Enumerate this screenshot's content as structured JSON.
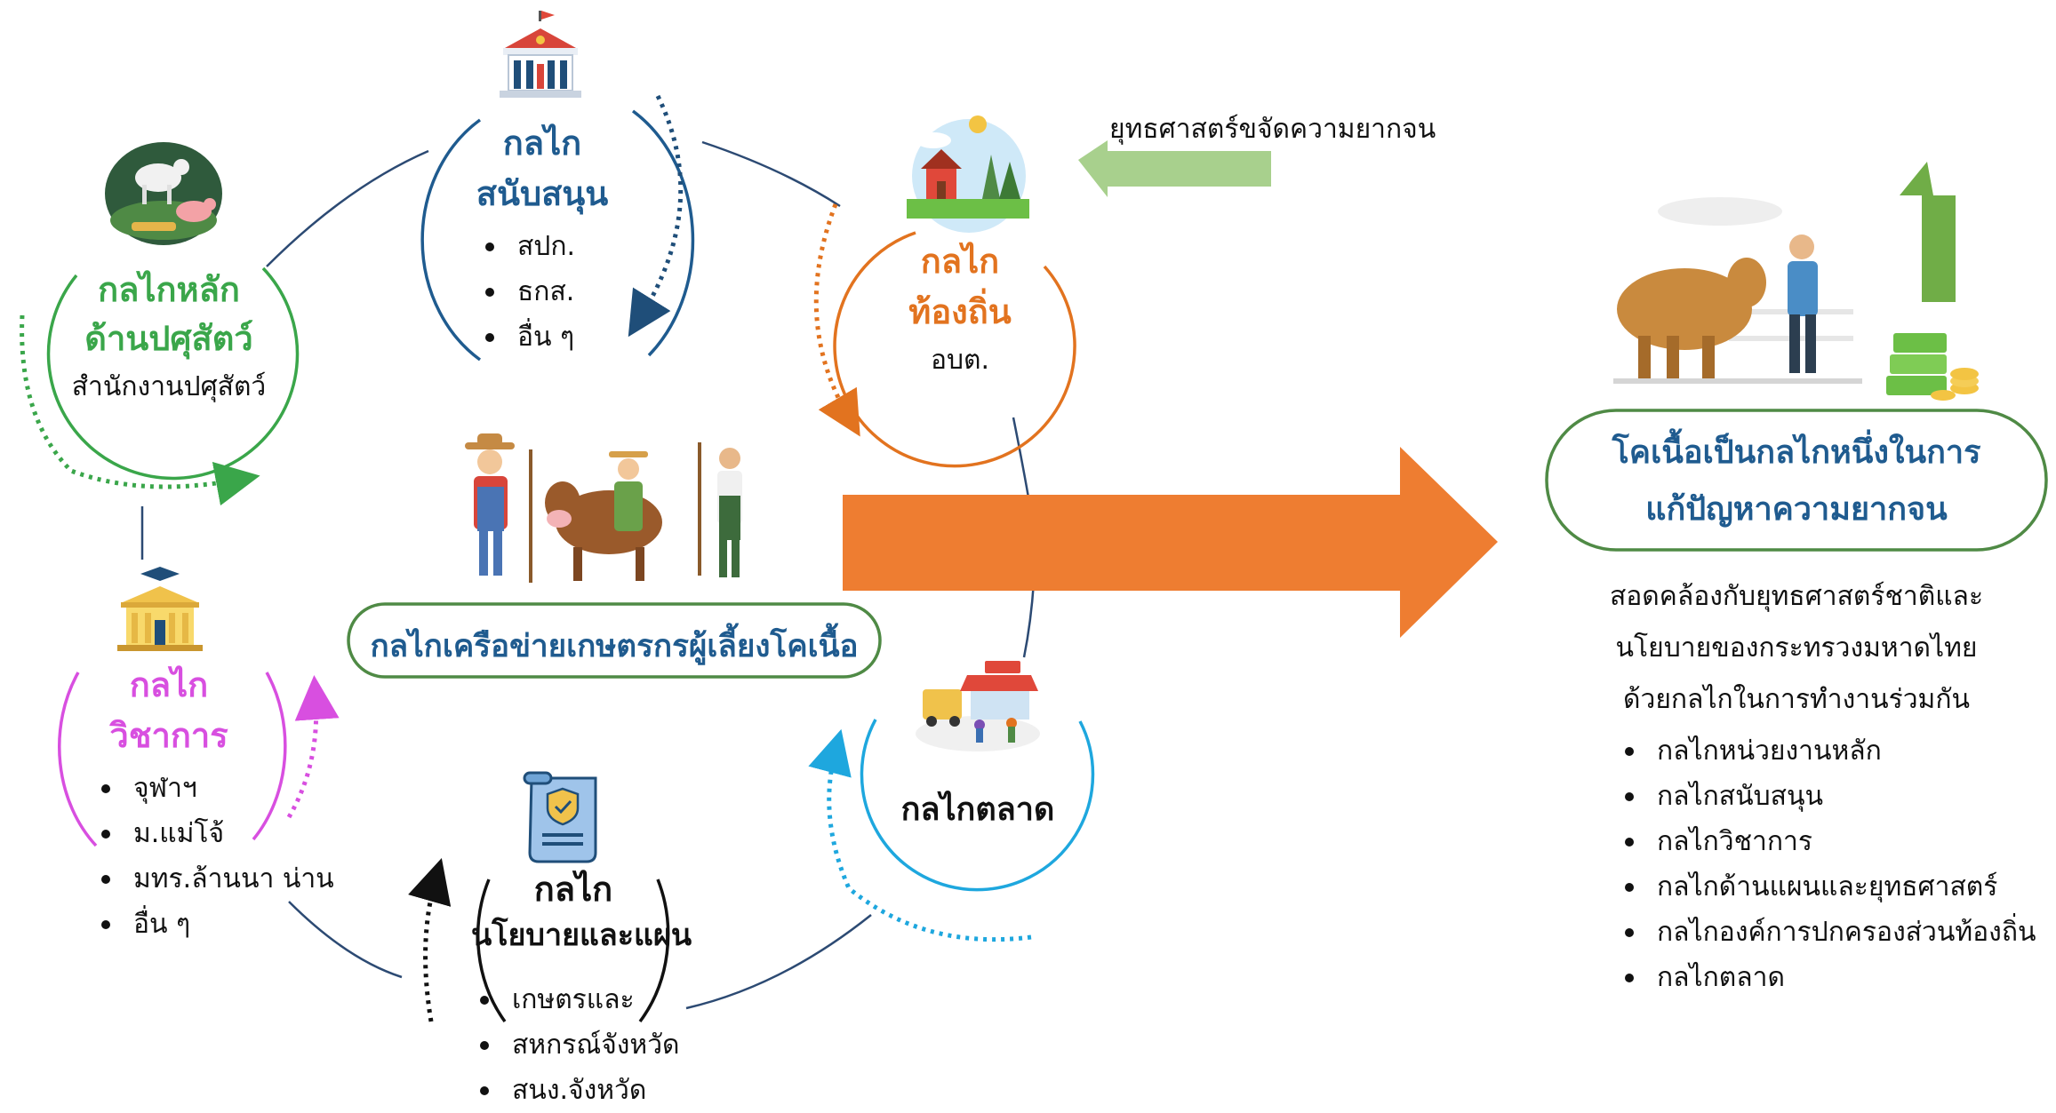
{
  "nodes": {
    "livestock": {
      "title_1": "กลไกหลัก",
      "title_2": "ด้านปศุสัตว์",
      "subtitle": "สำนักงานปศุสัตว์"
    },
    "support": {
      "title_1": "กลไก",
      "title_2": "สนับสนุน",
      "items": [
        "สปก.",
        "ธกส.",
        "อื่น ๆ"
      ]
    },
    "local": {
      "title_1": "กลไก",
      "title_2": "ท้องถิ่น",
      "subtitle": "อบต."
    },
    "academic": {
      "title_1": "กลไก",
      "title_2": "วิชาการ",
      "items": [
        "จุฬาฯ",
        "ม.แม่โจ้",
        "มทร.ล้านนา น่าน",
        "อื่น ๆ"
      ]
    },
    "policy": {
      "title_1": "กลไก",
      "title_2": "นโยบายและแผน",
      "items": [
        "เกษตรและ",
        "สหกรณ์จังหวัด",
        "สนง.จังหวัด"
      ]
    },
    "market": {
      "title": "กลไกตลาด"
    },
    "network": {
      "title": "กลไกเครือข่ายเกษตรกรผู้เลี้ยงโคเนื้อ"
    }
  },
  "strategy_label": "ยุทธศาสตร์ขจัดความยากจน",
  "outcome": {
    "title_1": "โคเนื้อเป็นกลไกหนึ่งในการ",
    "title_2": "แก้ปัญหาความยากจน",
    "desc": [
      "สอดคล้องกับยุทธศาสตร์ชาติและ",
      "นโยบายของกระทรวงมหาดไทย",
      "ด้วยกลไกในการทำงานร่วมกัน"
    ],
    "items": [
      "กลไกหน่วยงานหลัก",
      "กลไกสนับสนุน",
      "กลไกวิชาการ",
      "กลไกด้านแผนและยุทธศาสตร์",
      "กลไกองค์การปกครองส่วนท้องถิ่น",
      "กลไกตลาด"
    ]
  },
  "colors": {
    "green": "#3aa64a",
    "blue": "#1f5b8f",
    "orange": "#e2731f",
    "pink": "#d84fe0",
    "navy": "#2c4a73",
    "arrow_orange": "#ee7d31",
    "arrow_green": "#a8d08d",
    "outline_green": "#4f8a45"
  },
  "icons": [
    "government-building-icon",
    "livestock-farm-icon",
    "countryside-house-icon",
    "university-icon",
    "policy-document-icon",
    "market-stall-icon",
    "farmers-with-cow-icon",
    "farmer-with-cattle-icon",
    "money-stack-icon"
  ]
}
